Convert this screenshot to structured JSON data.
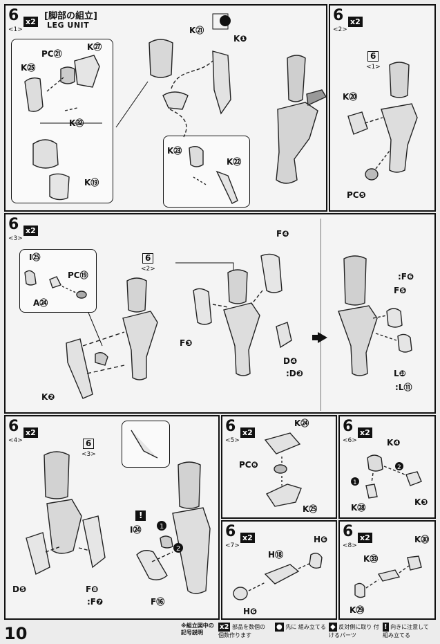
{
  "page_number": "10",
  "step_number": "6",
  "multiplier": "x2",
  "top_strip": {
    "title_jp": "[脚部の組立]",
    "title_en": "LEG UNIT"
  },
  "panels": {
    "p1": {
      "sub": "<1>",
      "labels": [
        "PC㉑",
        "K㉗",
        "K㉕",
        "K㉜",
        "K㉑",
        "K❶",
        "K⑲",
        "K㉓",
        "K㉒"
      ]
    },
    "p2": {
      "sub": "<2>",
      "ref": "6",
      "ref_sub": "<1>",
      "labels": [
        "K⑳",
        "PC❺"
      ]
    },
    "p3": {
      "sub": "<3>",
      "ref": "6",
      "ref_sub": "<2>",
      "labels": [
        "I㉕",
        "PC⑲",
        "A㉔",
        "K❷",
        "F❹",
        "F❸",
        "D❹",
        ":D❸",
        ":F❻",
        "F❺",
        "L❿",
        ":L⑪"
      ]
    },
    "p4": {
      "sub": "<4>",
      "ref": "6",
      "ref_sub": "<3>",
      "labels": [
        "D❺",
        "F❽",
        ":F❼",
        "I㉔",
        "F⑯"
      ],
      "badge": "!"
    },
    "p5": {
      "sub": "<5>",
      "labels": [
        "K㉔",
        "PC❻",
        "K㉕"
      ]
    },
    "p6": {
      "sub": "<6>",
      "labels": [
        "K❹",
        "K❸",
        "K㉘"
      ],
      "arrows": [
        "1",
        "2"
      ]
    },
    "p7": {
      "sub": "<7>",
      "labels": [
        "H❻",
        "H⑱",
        "H❻"
      ]
    },
    "p8": {
      "sub": "<8>",
      "labels": [
        "K㉚",
        "K㉝",
        "K㉙"
      ]
    }
  },
  "legend": {
    "heading": "※組立図中の記号説明",
    "items": [
      {
        "mark": "x2",
        "text": "部品を数個の 個数作ります"
      },
      {
        "mark": "●",
        "text": "先に 組み立てる"
      },
      {
        "mark": "◆",
        "text": "反対側に取り 付けるパーツ"
      },
      {
        "mark": "!",
        "text": "向きに注意して 組み立てる"
      }
    ]
  }
}
